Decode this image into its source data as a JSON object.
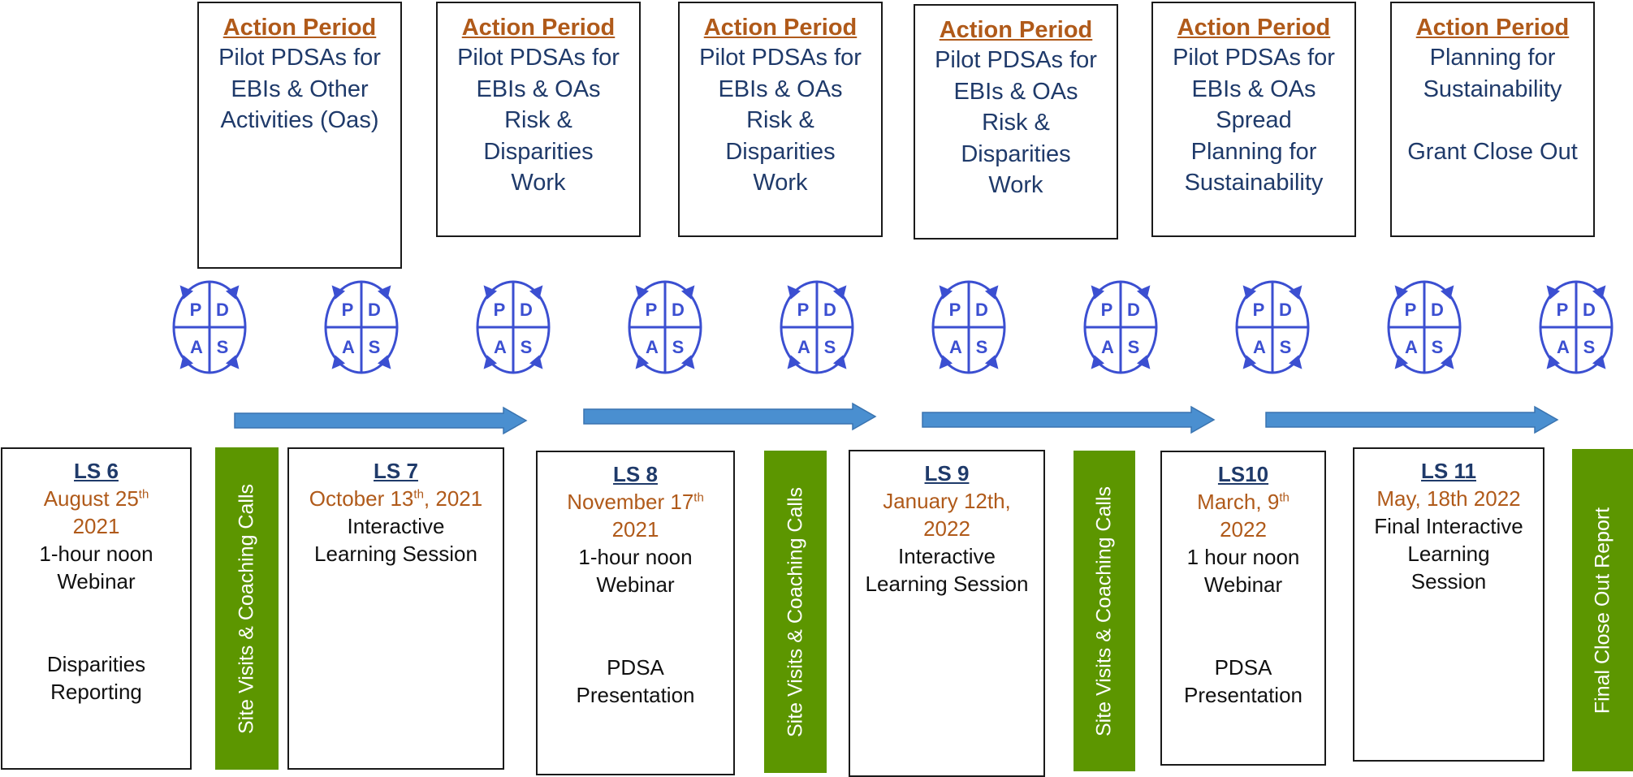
{
  "action_periods": [
    {
      "title": "Action Period",
      "lines": [
        "Pilot PDSAs for",
        "EBIs & Other",
        "Activities (Oas)"
      ]
    },
    {
      "title": "Action Period",
      "lines": [
        "Pilot PDSAs for",
        "EBIs & OAs",
        "Risk &",
        "Disparities",
        "Work"
      ]
    },
    {
      "title": "Action Period",
      "lines": [
        "Pilot PDSAs for",
        "EBIs & OAs",
        "Risk &",
        "Disparities",
        "Work"
      ]
    },
    {
      "title": "Action Period",
      "lines": [
        "Pilot PDSAs for",
        "EBIs & OAs",
        "Risk &",
        "Disparities",
        "Work"
      ]
    },
    {
      "title": "Action Period",
      "lines": [
        "Pilot PDSAs for",
        "EBIs & OAs",
        "Spread",
        "Planning for",
        "Sustainability"
      ]
    },
    {
      "title": "Action Period",
      "lines": [
        "Planning for",
        "Sustainability",
        "",
        "Grant Close Out"
      ]
    }
  ],
  "pdsa_letters": {
    "p": "P",
    "d": "D",
    "a": "A",
    "s": "S"
  },
  "learning_sessions": [
    {
      "title": "LS 6",
      "date_parts": [
        "August 25",
        "th",
        ""
      ],
      "date_line2": "2021",
      "lines": [
        "1-hour noon",
        "Webinar",
        "",
        "",
        "Disparities",
        "Reporting"
      ]
    },
    {
      "title": "LS 7",
      "date_parts": [
        "October 13",
        "th",
        ", 2021"
      ],
      "date_line2": "",
      "lines": [
        "Interactive",
        "Learning Session"
      ]
    },
    {
      "title": "LS 8",
      "date_parts": [
        "November 17",
        "th",
        ""
      ],
      "date_line2": "2021",
      "lines": [
        "1-hour noon",
        "Webinar",
        "",
        "",
        "PDSA",
        "Presentation"
      ]
    },
    {
      "title": "LS 9",
      "date_parts": [
        "January 12th,",
        "",
        ""
      ],
      "date_line2": "2022",
      "lines": [
        "Interactive",
        "Learning Session"
      ]
    },
    {
      "title": "LS10",
      "date_parts": [
        "March, 9",
        "th",
        ""
      ],
      "date_line2": "2022",
      "lines": [
        "1 hour noon",
        "Webinar",
        "",
        "",
        "PDSA",
        "Presentation"
      ]
    },
    {
      "title": "LS 11",
      "date_parts": [
        "May, 18th 2022",
        "",
        ""
      ],
      "date_line2": "",
      "lines": [
        "Final Interactive",
        "Learning",
        "Session"
      ]
    }
  ],
  "bars": [
    "Site Visits & Coaching Calls",
    "Site Visits & Coaching Calls",
    "Site Visits & Coaching Calls",
    "Final Close Out Report"
  ],
  "colors": {
    "action_title": "#b05a1a",
    "action_text": "#1f3a6a",
    "ls_title": "#1f3a6a",
    "ls_date": "#b05a1a",
    "bar": "#5c9600",
    "arrow": "#4a8fd0",
    "cycle": "#3b4fd1"
  }
}
